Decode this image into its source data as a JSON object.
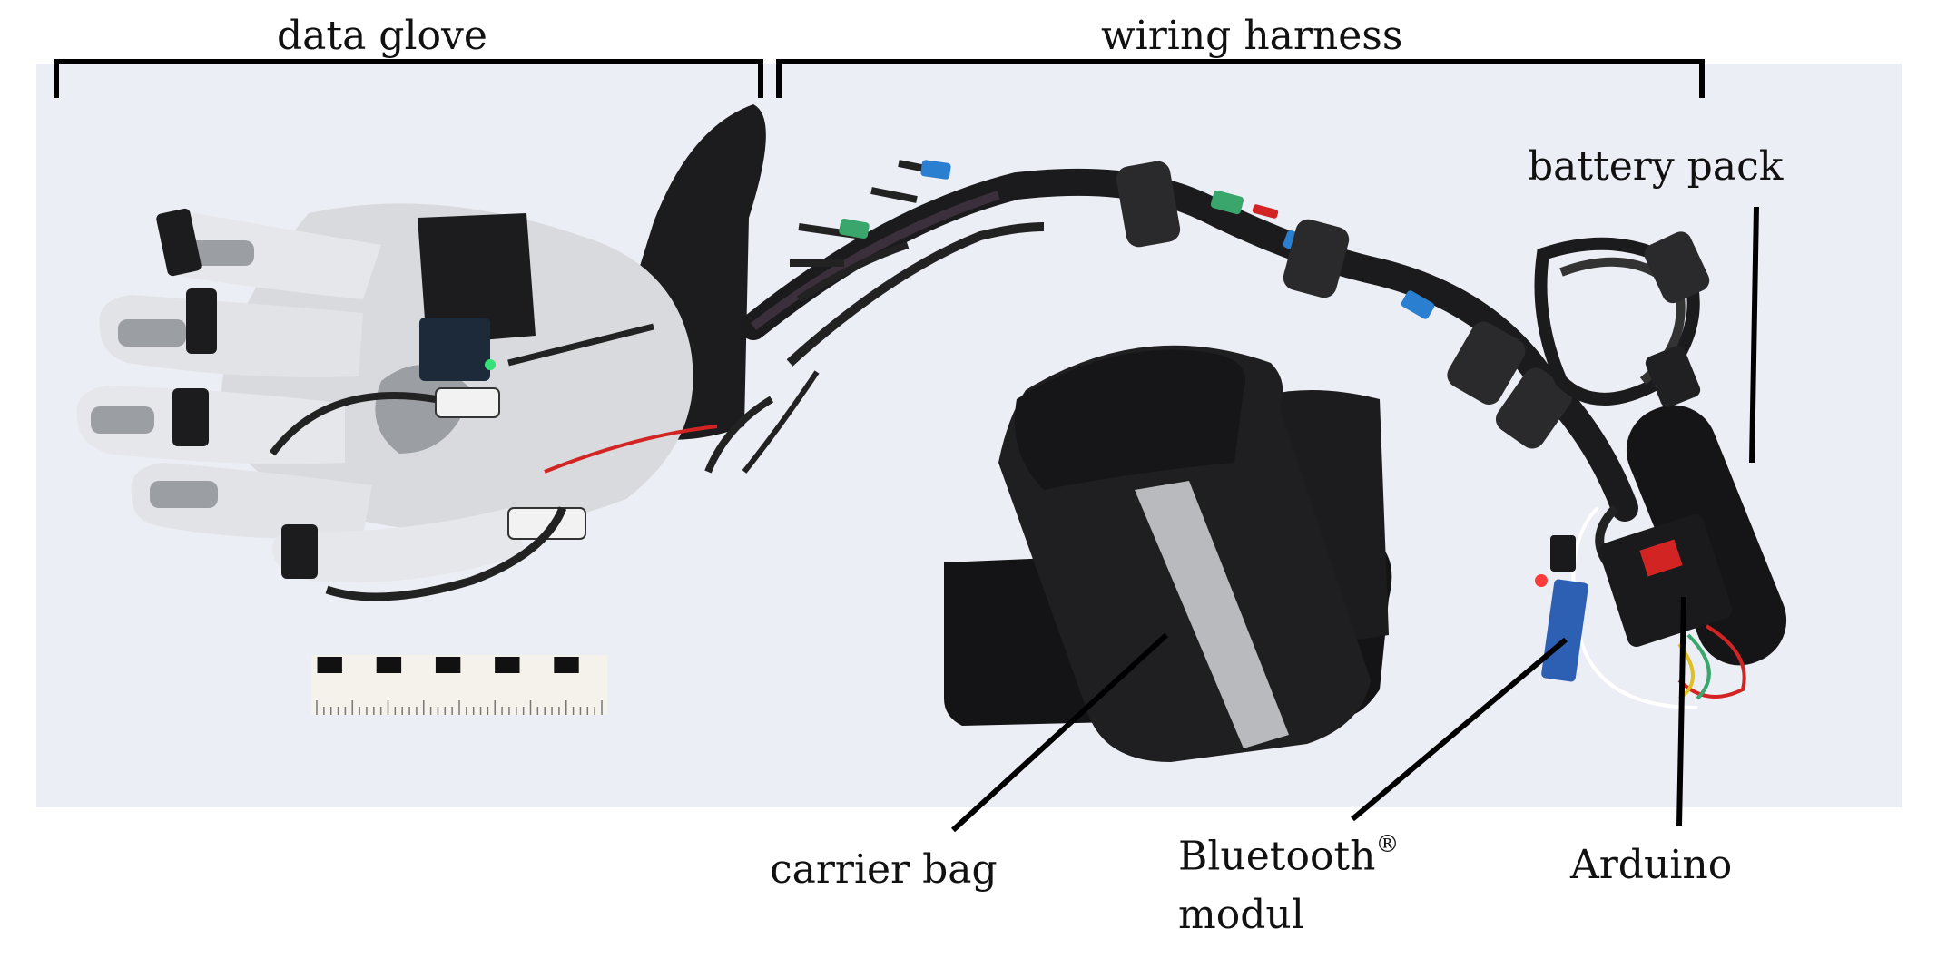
{
  "labels": {
    "data_glove": "data glove",
    "wiring_harness": "wiring harness",
    "battery_pack": "battery pack",
    "carrier_bag": "carrier bag",
    "bluetooth_modul_line1": "Bluetooth",
    "bluetooth_registered": "®",
    "bluetooth_modul_line2": "modul",
    "arduino": "Arduino"
  },
  "scale_marks": 5,
  "colors": {
    "photo_background": "#eceef5",
    "glove_grey": "#9b9ea3",
    "glove_white": "#e6e7ea",
    "velcro_black": "#1c1c1e",
    "bag_reflective": "#b9babd",
    "wire_green": "#3aa66b",
    "wire_blue": "#2a7fd0",
    "wire_red": "#d32424",
    "bluetooth_blue": "#2d5fb3",
    "led_red": "#ff3a3a",
    "led_green": "#38e07a"
  }
}
